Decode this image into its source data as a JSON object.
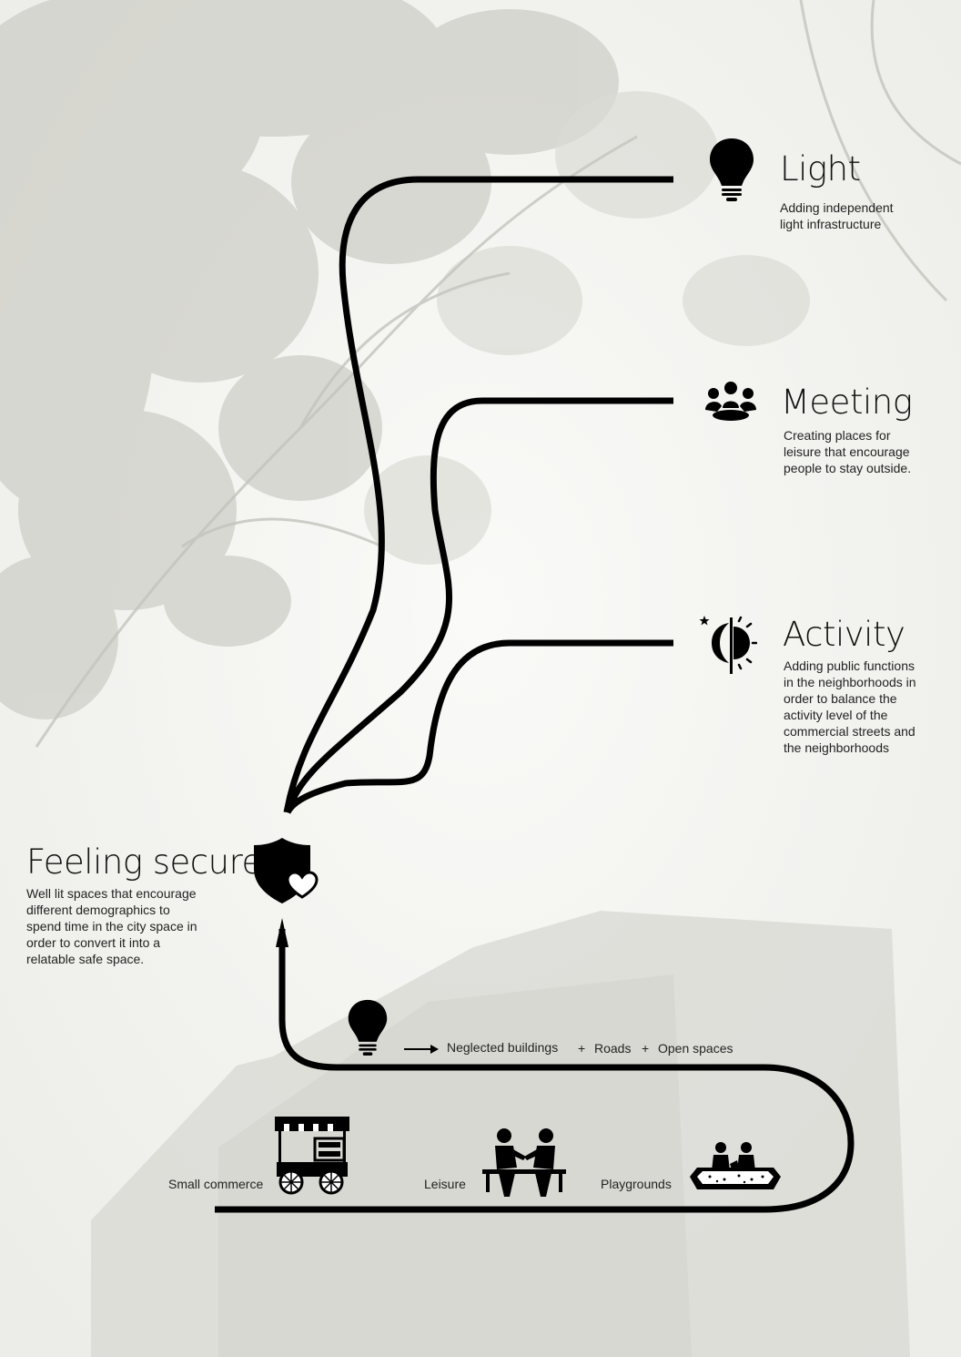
{
  "light": {
    "title": "Light",
    "desc": "Adding independent\nlight infrastructure",
    "icon": "lightbulb-icon"
  },
  "meeting": {
    "title": "Meeting",
    "desc": "Creating places for\nleisure that encourage\npeople to stay outside.",
    "icon": "people-group-icon"
  },
  "activity": {
    "title": "Activity",
    "desc": "Adding public functions\nin the neighborhoods in\norder to balance the\nactivity level of the\ncommercial streets and\nthe neighborhoods",
    "icon": "day-night-icon"
  },
  "feeling_secure": {
    "title": "Feeling secure",
    "desc": "Well lit spaces that encourage\ndifferent demographics to\nspend time in the city space in\norder to convert it into a\nrelatable safe space.",
    "icon": "shield-heart-icon"
  },
  "targets": {
    "items": [
      "Neglected buildings",
      "Roads",
      "Open spaces"
    ],
    "separator": "+"
  },
  "functions": {
    "small_commerce": "Small commerce",
    "leisure": "Leisure",
    "playgrounds": "Playgrounds"
  },
  "colors": {
    "ink": "#111111",
    "background": "#f4f4f2",
    "foliage": "#c9c9c2"
  }
}
